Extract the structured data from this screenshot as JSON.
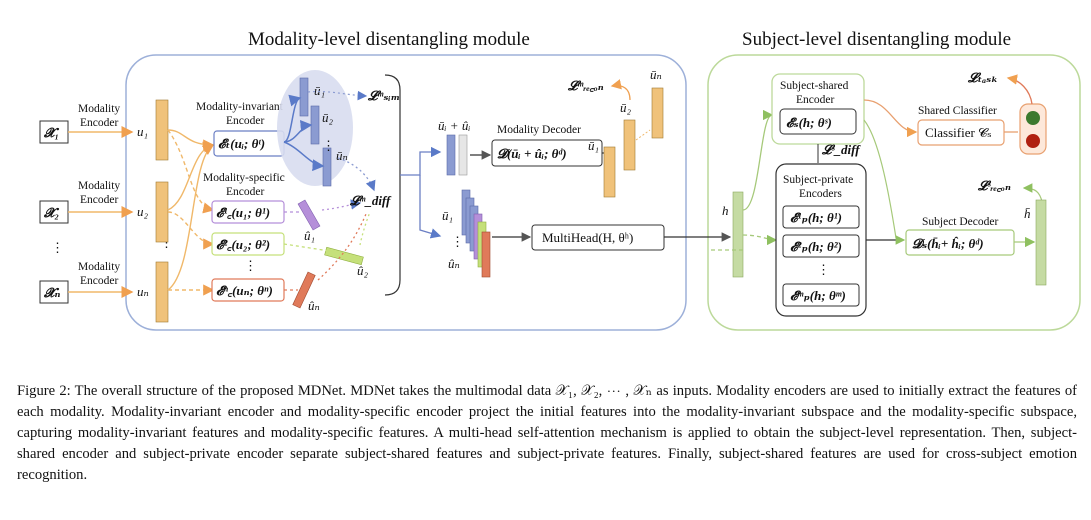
{
  "figure": {
    "left_title": "Modality-level disentangling module",
    "right_title": "Subject-level disentangling module",
    "inputs": [
      "𝓧₁",
      "𝓧₂",
      "𝓧ₙ"
    ],
    "input_dots": "⋮",
    "modality_encoder_label_1": "Modality",
    "modality_encoder_label_2": "Encoder",
    "u_labels": [
      "u₁",
      "u₂",
      "uₙ"
    ],
    "invariant_title_1": "Modality-invariant",
    "invariant_title_2": "Encoder",
    "invariant_formula": "𝓔ₜ(uᵢ; θᵗ)",
    "specific_title_1": "Modality-specific",
    "specific_title_2": "Encoder",
    "specific_formulas": [
      "𝓔¹꜀(u₁; θ¹)",
      "𝓔²꜀(u₂; θ²)",
      "𝓔ⁿ꜀(uₙ; θⁿ)"
    ],
    "ubar_labels": [
      "ū₁",
      "ū₂",
      "ūₙ"
    ],
    "uhat_labels": [
      "û₁",
      "û₂",
      "ûₙ"
    ],
    "loss_sim": "𝓛ᵐₛᵢₘ",
    "loss_diff": "𝓛ᵐ_diff",
    "loss_recon": "𝓛ᵐᵣₑ꜀ₒₙ",
    "sum_label": "ūᵢ + ûᵢ",
    "decoder_title": "Modality Decoder",
    "decoder_formula": "𝓓(ūᵢ + ûᵢ; θᵈ)",
    "multihead_formula": "MultiHead(H, θʰ)",
    "h_label": "h",
    "shared_title_1": "Subject-shared",
    "shared_title_2": "Encoder",
    "shared_formula": "𝓔ₛ(h; θˢ)",
    "classifier_title": "Shared Classifier",
    "classifier_formula": "Classifier 𝓒ₛ",
    "loss_task": "𝓛ₜₐₛₖ",
    "loss_s_diff": "𝓛ˢ_diff",
    "private_title_1": "Subject-private",
    "private_title_2": "Encoders",
    "private_formulas": [
      "𝓔¹ₚ(h; θ¹)",
      "𝓔²ₚ(h; θ²)",
      "𝓔ᵐₚ(h; θᵐ)"
    ],
    "loss_s_recon": "𝓛ˢᵣₑ꜀ₒₙ",
    "subject_decoder_title": "Subject Decoder",
    "subject_decoder_formula": "𝓓ₛ(h̄ᵢ+ ĥᵢ; θᵈ)",
    "hbar_label": "h̄"
  },
  "caption": "Figure 2: The overall structure of the proposed MDNet. MDNet takes the multimodal data 𝒳₁, 𝒳₂, ⋯ , 𝒳ₙ as inputs. Modality encoders are used to initially extract the features of each modality. Modality-invariant encoder and modality-specific encoder project the initial features into the modality-invariant subspace and the modality-specific subspace, capturing modality-invariant features and modality-specific features. A multi-head self-attention mechanism is applied to obtain the subject-level representation. Then, subject-shared encoder and subject-private encoder separate subject-shared features and subject-private features. Finally, subject-shared features are used for cross-subject emotion recognition.",
  "colors": {
    "left_panel": "#9db0d9",
    "right_panel": "#bcd99a",
    "orange": "#f0b86a",
    "purple": "#b58fd9",
    "green": "#c5e07a",
    "red": "#e07a5a",
    "blue": "#8b9bd1"
  }
}
